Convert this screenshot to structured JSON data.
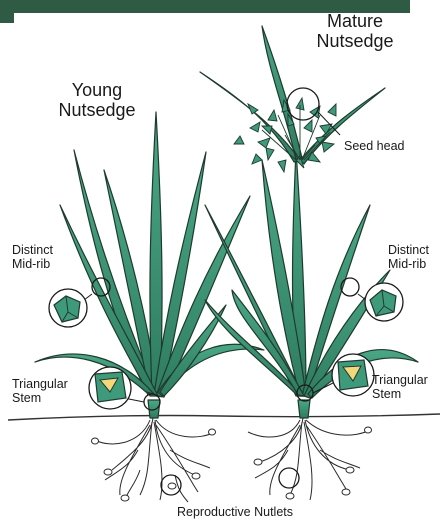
{
  "header_bar_color": "#2f5b45",
  "colors": {
    "leaf_fill": "#3e9a7a",
    "leaf_stroke": "#1f3a2e",
    "root_stroke": "#2a2a2a",
    "ground_line": "#333333"
  },
  "labels": {
    "young_title": "Young\nNutsedge",
    "mature_title": "Mature\nNutsedge",
    "seed_head": "Seed head",
    "mid_rib_left": "Distinct\nMid-rib",
    "mid_rib_right": "Distinct\nMid-rib",
    "stem_left": "Triangular\nStem",
    "stem_right": "Triangular\nStem",
    "nutlets": "Reproductive Nutlets"
  }
}
